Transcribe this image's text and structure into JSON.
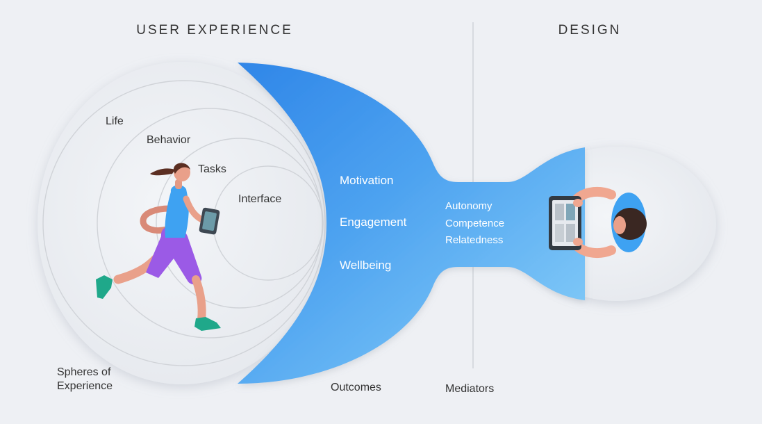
{
  "headers": {
    "user_experience": "USER EXPERIENCE",
    "design": "DESIGN"
  },
  "spheres": {
    "life": "Life",
    "behavior": "Behavior",
    "tasks": "Tasks",
    "interface": "Interface",
    "caption_line1": "Spheres of",
    "caption_line2": "Experience"
  },
  "outcomes": {
    "items": [
      "Motivation",
      "Engagement",
      "Wellbeing"
    ],
    "caption": "Outcomes"
  },
  "mediators": {
    "items": [
      "Autonomy",
      "Competence",
      "Relatedness"
    ],
    "caption": "Mediators"
  },
  "colors": {
    "background": "#eef0f4",
    "blue_light": "#7cc6f8",
    "blue_mid": "#4ea3f0",
    "blue_dark": "#2f86e8",
    "circle_stroke": "#d0d3d8",
    "text_dark": "#333333",
    "text_light": "#ffffff"
  },
  "icons": [
    "runner-illustration",
    "phone-icon",
    "tablet-icon",
    "person-topdown-illustration"
  ]
}
